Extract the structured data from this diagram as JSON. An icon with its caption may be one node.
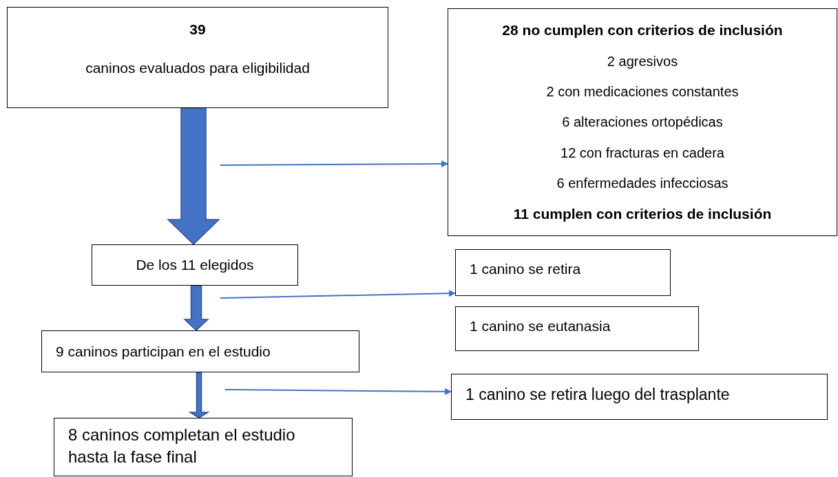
{
  "diagram": {
    "nodes": [
      {
        "text": [
          "39",
          "caninos evaluados para eligibilidad"
        ]
      },
      {
        "text": [
          "28 no cumplen con criterios de inclusión",
          "2 agresivos",
          "2 con medicaciones constantes",
          "6 alteraciones ortopédicas",
          "12 con fracturas en cadera",
          "6 enfermedades infecciosas",
          "11 cumplen con criterios de inclusión"
        ]
      },
      {
        "text": [
          "De los 11 elegidos"
        ]
      },
      {
        "text": [
          "1 canino se retira"
        ]
      },
      {
        "text": [
          "1 canino se eutanasia"
        ]
      },
      {
        "text": [
          "9 caninos participan en el estudio"
        ]
      },
      {
        "text": [
          "1 canino se retira luego del trasplante"
        ]
      },
      {
        "text": [
          "8 caninos completan el estudio hasta la fase final"
        ]
      }
    ],
    "edges": [
      {
        "from": 0,
        "to": 2,
        "arrow": "to",
        "style": "thick"
      },
      {
        "from": null,
        "to": 1,
        "arrow": "to"
      },
      {
        "from": 2,
        "to": 5,
        "arrow": "to",
        "style": "thick"
      },
      {
        "from": null,
        "to": 3,
        "arrow": "to"
      },
      {
        "from": 5,
        "to": 7,
        "arrow": "to",
        "style": "thick"
      },
      {
        "from": null,
        "to": 6,
        "arrow": "to"
      }
    ]
  }
}
